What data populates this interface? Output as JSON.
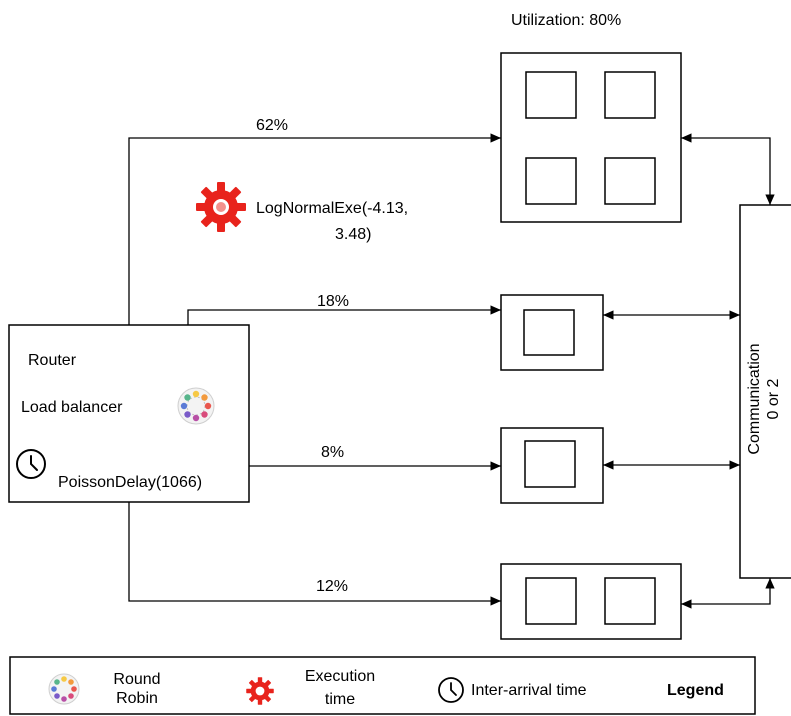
{
  "utilization": "Utilization: 80%",
  "router": {
    "title": "Router",
    "load_balancer": "Load balancer",
    "delay": "PoissonDelay(1066)"
  },
  "execution": {
    "line1": "LogNormalExe(-4.13,",
    "line2": "3.48)"
  },
  "routes": {
    "top": "62%",
    "second": "18%",
    "third": "8%",
    "bottom": "12%"
  },
  "communication": {
    "line1": "Communication",
    "line2": "0 or 2"
  },
  "legend": {
    "round_robin_1": "Round",
    "round_robin_2": "Robin",
    "execution_1": "Execution",
    "execution_2": "time",
    "inter_arrival": "Inter-arrival time",
    "title": "Legend"
  },
  "icons": [
    "round-robin-icon",
    "gear-icon",
    "clock-icon"
  ],
  "colors": {
    "gear": "#e8231c",
    "line": "#000000"
  }
}
